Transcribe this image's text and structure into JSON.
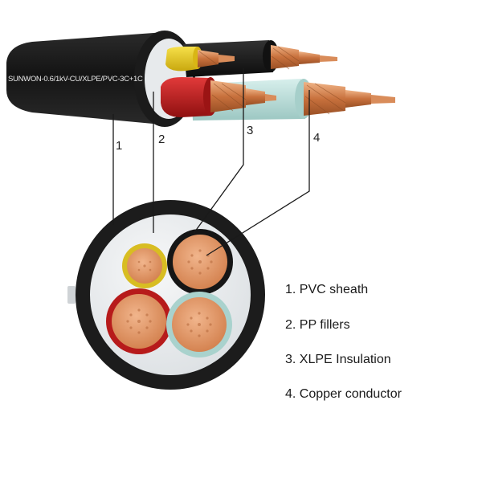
{
  "cable": {
    "print_text": "SUNWON-0.6/1kV-CU/XLPE/PVC-3C+1C"
  },
  "callouts": [
    {
      "number": "1",
      "target": "PVC sheath"
    },
    {
      "number": "2",
      "target": "PP fillers"
    },
    {
      "number": "3",
      "target": "XLPE Insulation"
    },
    {
      "number": "4",
      "target": "Copper conductor"
    }
  ],
  "legend": [
    {
      "label": "1. PVC sheath"
    },
    {
      "label": "2. PP fillers"
    },
    {
      "label": "3. XLPE Insulation"
    },
    {
      "label": "4. Copper conductor"
    }
  ],
  "colors": {
    "sheath": "#1f1f1f",
    "filler": "#e9ecef",
    "core_yellow": "#e6c619",
    "core_black": "#1a1a1a",
    "core_red": "#c71f1f",
    "core_lightblue": "#bfe0dc",
    "copper": "#d9875a",
    "callout_line": "#1a1a1a"
  }
}
